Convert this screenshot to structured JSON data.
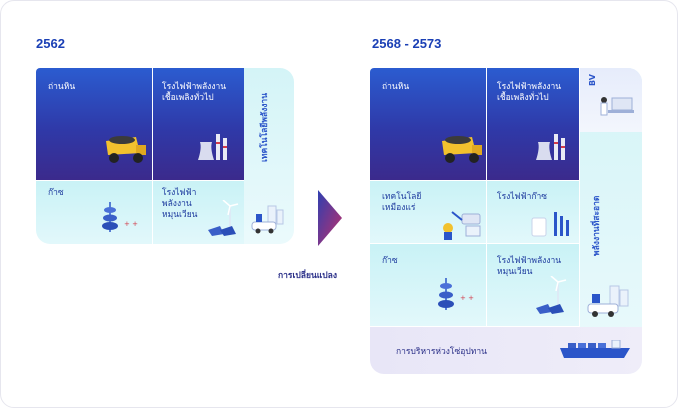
{
  "left": {
    "year": "2562",
    "cells": {
      "coal": "ถ่านหิน",
      "thermal": "โรงไฟฟ้าพลังงาน\nเชื้อเพลิงทั่วไป",
      "gas": "ก๊าซ",
      "renewable": "โรงไฟฟ้า\nพลังงาน\nหมุนเวียน"
    },
    "side_label": "เทคโนโลยีพลังงาน"
  },
  "transition": {
    "label": "การเปลี่ยนแปลง"
  },
  "right": {
    "year": "2568 - 2573",
    "cells": {
      "coal": "ถ่านหิน",
      "thermal": "โรงไฟฟ้าพลังงาน\nเชื้อเพลิงทั่วไป",
      "mining_tech": "เทคโนโลยี\nเหมืองแร่",
      "gas_power": "โรงไฟฟ้าก๊าซ",
      "gas": "ก๊าซ",
      "renewable": "โรงไฟฟ้าพลังงาน\nหมุนเวียน",
      "bv": "BV"
    },
    "side_label": "พลังงานที่สะอาด",
    "bottom_label": "การบริหารห่วงโซ่อุปทาน"
  },
  "colors": {
    "dark_top": "#2b5cd0",
    "dark_bottom": "#3b2a8c",
    "light": "#c9f2f6",
    "year_text": "#1a3fb5",
    "arrow_start": "#2f3fb0",
    "arrow_end": "#c0306a"
  }
}
